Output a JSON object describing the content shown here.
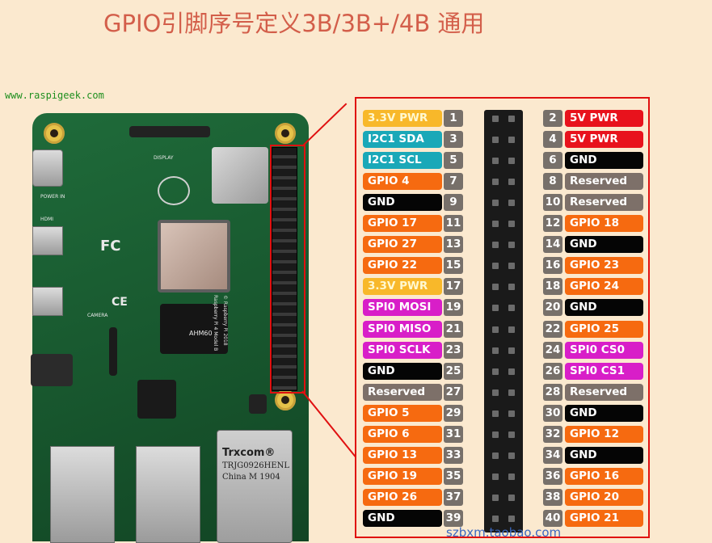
{
  "title": "GPIO引脚序号定义3B/3B+/4B 通用",
  "website": "www.raspigeek.com",
  "footer": "szbxm.taobao.com",
  "board": {
    "logo_text": "Trxcom®",
    "chip_line1": "TRJG0926HENL",
    "chip_line2": "China M 1904",
    "silk_power": "POWER IN",
    "silk_hdmi": "HDMI",
    "silk_display": "DISPLAY",
    "silk_camera": "CAMERA",
    "silk_model": "Raspberry Pi 4 Model B",
    "silk_copyright": "© Raspberry Pi 2018",
    "silk_fcc": "FC",
    "silk_ce": "CE",
    "silk_ram": "AHM60"
  },
  "colors": {
    "power33": "#f8b82a",
    "power5": "#e8121c",
    "i2c": "#1aa8b8",
    "gpio": "#f66a10",
    "gnd": "#050505",
    "reserved": "#7d7069",
    "spi": "#d81ec8"
  },
  "pins": [
    {
      "left": {
        "num": "1",
        "label": "3.3V PWR",
        "type": "power33"
      },
      "right": {
        "num": "2",
        "label": "5V PWR",
        "type": "power5"
      }
    },
    {
      "left": {
        "num": "3",
        "label": "I2C1 SDA",
        "type": "i2c"
      },
      "right": {
        "num": "4",
        "label": "5V PWR",
        "type": "power5"
      }
    },
    {
      "left": {
        "num": "5",
        "label": "I2C1 SCL",
        "type": "i2c"
      },
      "right": {
        "num": "6",
        "label": "GND",
        "type": "gnd"
      }
    },
    {
      "left": {
        "num": "7",
        "label": "GPIO 4",
        "type": "gpio"
      },
      "right": {
        "num": "8",
        "label": "Reserved",
        "type": "reserved"
      }
    },
    {
      "left": {
        "num": "9",
        "label": "GND",
        "type": "gnd"
      },
      "right": {
        "num": "10",
        "label": "Reserved",
        "type": "reserved"
      }
    },
    {
      "left": {
        "num": "11",
        "label": "GPIO 17",
        "type": "gpio"
      },
      "right": {
        "num": "12",
        "label": "GPIO 18",
        "type": "gpio"
      }
    },
    {
      "left": {
        "num": "13",
        "label": "GPIO 27",
        "type": "gpio"
      },
      "right": {
        "num": "14",
        "label": "GND",
        "type": "gnd"
      }
    },
    {
      "left": {
        "num": "15",
        "label": "GPIO 22",
        "type": "gpio"
      },
      "right": {
        "num": "16",
        "label": "GPIO 23",
        "type": "gpio"
      }
    },
    {
      "left": {
        "num": "17",
        "label": "3.3V PWR",
        "type": "power33"
      },
      "right": {
        "num": "18",
        "label": "GPIO 24",
        "type": "gpio"
      }
    },
    {
      "left": {
        "num": "19",
        "label": "SPI0 MOSI",
        "type": "spi"
      },
      "right": {
        "num": "20",
        "label": "GND",
        "type": "gnd"
      }
    },
    {
      "left": {
        "num": "21",
        "label": "SPI0 MISO",
        "type": "spi"
      },
      "right": {
        "num": "22",
        "label": "GPIO 25",
        "type": "gpio"
      }
    },
    {
      "left": {
        "num": "23",
        "label": "SPI0 SCLK",
        "type": "spi"
      },
      "right": {
        "num": "24",
        "label": "SPI0 CS0",
        "type": "spi"
      }
    },
    {
      "left": {
        "num": "25",
        "label": "GND",
        "type": "gnd"
      },
      "right": {
        "num": "26",
        "label": "SPI0 CS1",
        "type": "spi"
      }
    },
    {
      "left": {
        "num": "27",
        "label": "Reserved",
        "type": "reserved"
      },
      "right": {
        "num": "28",
        "label": "Reserved",
        "type": "reserved"
      }
    },
    {
      "left": {
        "num": "29",
        "label": "GPIO 5",
        "type": "gpio"
      },
      "right": {
        "num": "30",
        "label": "GND",
        "type": "gnd"
      }
    },
    {
      "left": {
        "num": "31",
        "label": "GPIO 6",
        "type": "gpio"
      },
      "right": {
        "num": "32",
        "label": "GPIO 12",
        "type": "gpio"
      }
    },
    {
      "left": {
        "num": "33",
        "label": "GPIO 13",
        "type": "gpio"
      },
      "right": {
        "num": "34",
        "label": "GND",
        "type": "gnd"
      }
    },
    {
      "left": {
        "num": "35",
        "label": "GPIO 19",
        "type": "gpio"
      },
      "right": {
        "num": "36",
        "label": "GPIO 16",
        "type": "gpio"
      }
    },
    {
      "left": {
        "num": "37",
        "label": "GPIO 26",
        "type": "gpio"
      },
      "right": {
        "num": "38",
        "label": "GPIO 20",
        "type": "gpio"
      }
    },
    {
      "left": {
        "num": "39",
        "label": "GND",
        "type": "gnd"
      },
      "right": {
        "num": "40",
        "label": "GPIO 21",
        "type": "gpio"
      }
    }
  ]
}
